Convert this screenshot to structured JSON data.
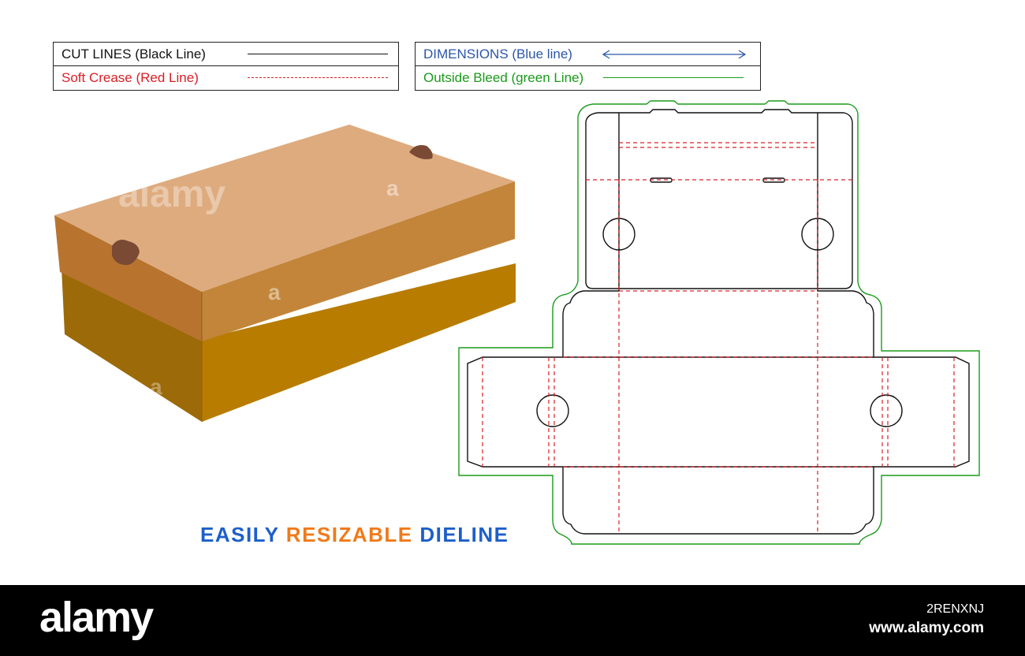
{
  "legend": {
    "cut": {
      "label": "CUT LINES (Black Line)",
      "color": "#111111"
    },
    "crease": {
      "label": "Soft Crease (Red Line)",
      "color": "#d92027"
    },
    "dimensions": {
      "label": "DIMENSIONS (Blue line)",
      "color": "#2b56a8"
    },
    "bleed": {
      "label": "Outside Bleed (green Line)",
      "color": "#1a9b1a"
    }
  },
  "tagline": {
    "word1": "EASILY",
    "word2": "RESIZABLE",
    "word3": "DIELINE",
    "color1": "#1d5fc9",
    "color2": "#f07a1a",
    "color3": "#1d5fc9"
  },
  "box_colors": {
    "lid_top": "#deab7e",
    "lid_front": "#c2853a",
    "lid_side": "#b8742f",
    "base_front": "#b87c00",
    "base_side": "#9c6a08",
    "notch": "#7a4a35"
  },
  "watermark": {
    "text": "alamy",
    "letter": "a"
  },
  "footer": {
    "logo": "alamy",
    "id": "2RENXNJ",
    "site": "www.alamy.com"
  },
  "icons": [
    "arrow-both-icon",
    "thumb-notch-icon",
    "alamy-logo"
  ]
}
